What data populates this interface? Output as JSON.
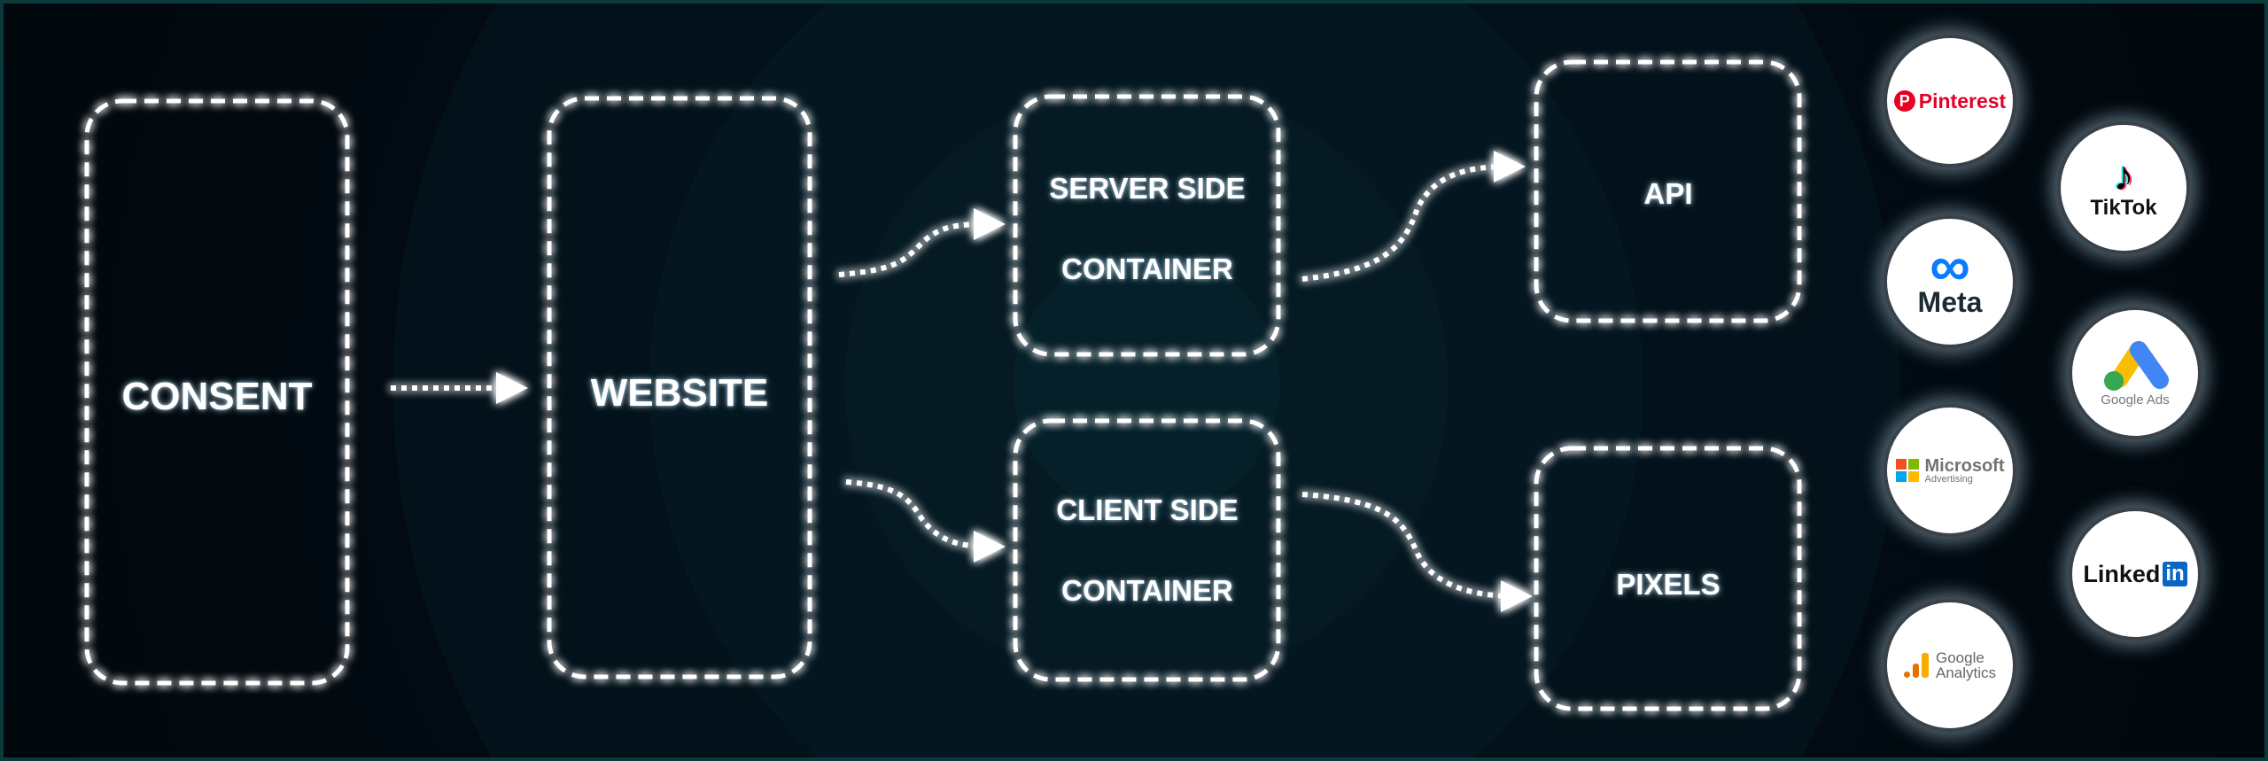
{
  "nodes": {
    "consent": "CONSENT",
    "website": "WEBSITE",
    "server_line1": "SERVER SIDE",
    "server_line2": "CONTAINER",
    "client_line1": "CLIENT SIDE",
    "client_line2": "CONTAINER",
    "api": "API",
    "pixels": "PIXELS"
  },
  "platforms": {
    "pinterest": "Pinterest",
    "tiktok": "TikTok",
    "meta": "Meta",
    "google_ads": "Google Ads",
    "microsoft_line1": "Microsoft",
    "microsoft_line2": "Advertising",
    "linkedin_text": "Linked",
    "linkedin_badge": "in",
    "ga_line1": "Google",
    "ga_line2": "Analytics"
  },
  "colors": {
    "pinterest": "#e60023",
    "meta": "#0a7cff",
    "linkedin": "#0a66c2",
    "ga": "#f9ab00"
  }
}
